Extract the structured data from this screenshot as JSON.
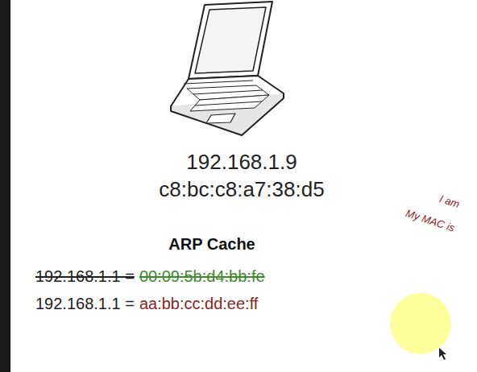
{
  "diagram": {
    "labels": [
      "192.168.1.9",
      "c8:bc:c8:a7:38:d5",
      "I am",
      "My MAC is",
      "ARP Cache",
      "192.168.1.1 =",
      "00:09:5b:d4:bb:fe",
      "192.168.1.1 =",
      "aa:bb:cc:dd:ee:ff"
    ]
  }
}
